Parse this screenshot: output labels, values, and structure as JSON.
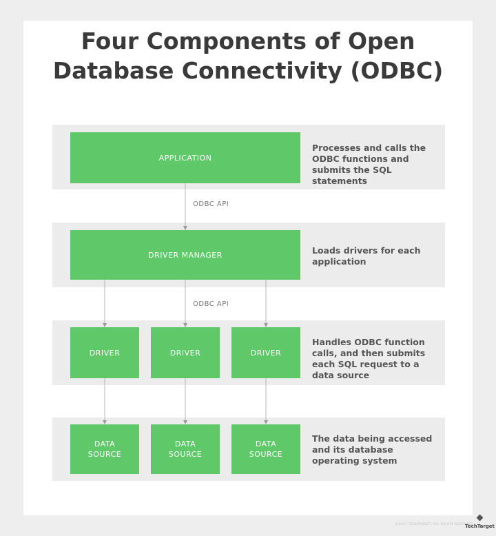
{
  "title": {
    "line1": "Four Components of Open",
    "line2": "Database Connectivity (ODBC)"
  },
  "layers": {
    "application": {
      "box_label": "APPLICATION",
      "description": "Processes and calls the ODBC functions and submits the SQL statements"
    },
    "api_label_1": "ODBC API",
    "driver_manager": {
      "box_label": "DRIVER MANAGER",
      "description": "Loads drivers for each application"
    },
    "api_label_2": "ODBC API",
    "drivers": {
      "box_labels": [
        "DRIVER",
        "DRIVER",
        "DRIVER"
      ],
      "description": "Handles ODBC function calls, and then submits each SQL request to a data source"
    },
    "data_sources": {
      "box_labels": [
        "DATA SOURCE",
        "DATA SOURCE",
        "DATA SOURCE"
      ],
      "description": "The data being accessed and its database operating system"
    }
  },
  "footer": {
    "copyright": "©2017 TECHTARGET. ALL RIGHTS RESERVED",
    "brand": "TechTarget"
  },
  "colors": {
    "box_green": "#5fc96a",
    "band_gray": "#ececec",
    "title_text": "#3a3a3a"
  }
}
